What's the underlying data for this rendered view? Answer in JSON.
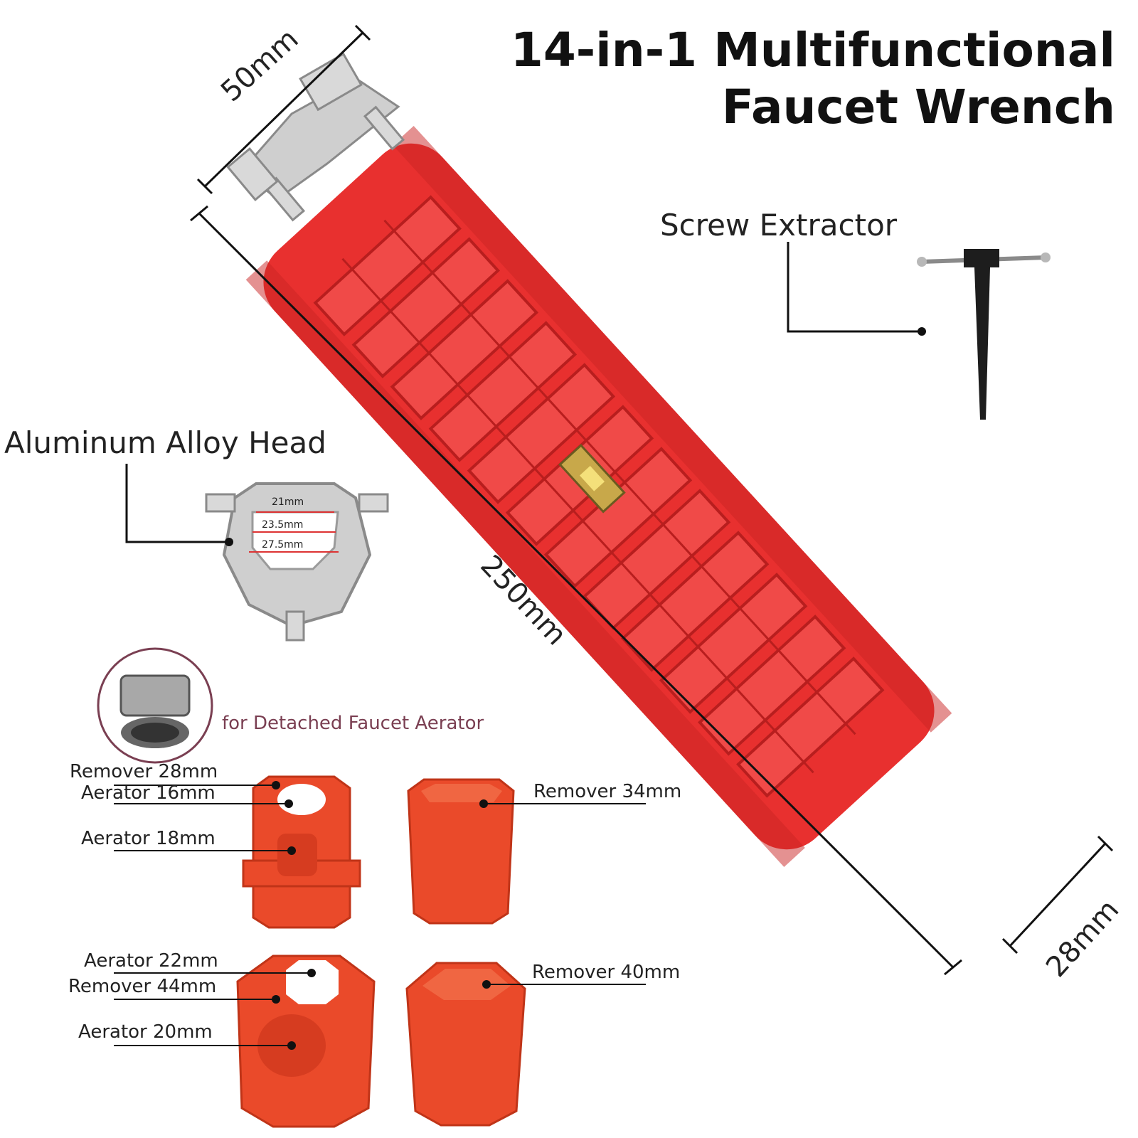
{
  "title": {
    "line1": "14-in-1 Multifunctional",
    "line2": "Faucet Wrench"
  },
  "dimensions": {
    "top_width": "50mm",
    "length": "250mm",
    "bottom_width": "28mm"
  },
  "head_measurements": [
    "21mm",
    "23.5mm",
    "27.5mm"
  ],
  "callouts": {
    "screw_extractor": "Screw Extractor",
    "aluminum_head": "Aluminum Alloy Head",
    "aerator_note": "for Detached Faucet Aerator"
  },
  "adapters": {
    "a": [
      "Remover 28mm",
      "Aerator 16mm",
      "Aerator 18mm"
    ],
    "b": [
      "Remover 34mm"
    ],
    "c": [
      "Aerator 22mm",
      "Remover 44mm",
      "Aerator 20mm"
    ],
    "d": [
      "Remover 40mm"
    ]
  },
  "colors": {
    "wrench_red": "#e8302f",
    "adapter_orange": "#ea4a2a",
    "metal": "#c9c9c9",
    "aerator_text": "#7a3f52"
  }
}
